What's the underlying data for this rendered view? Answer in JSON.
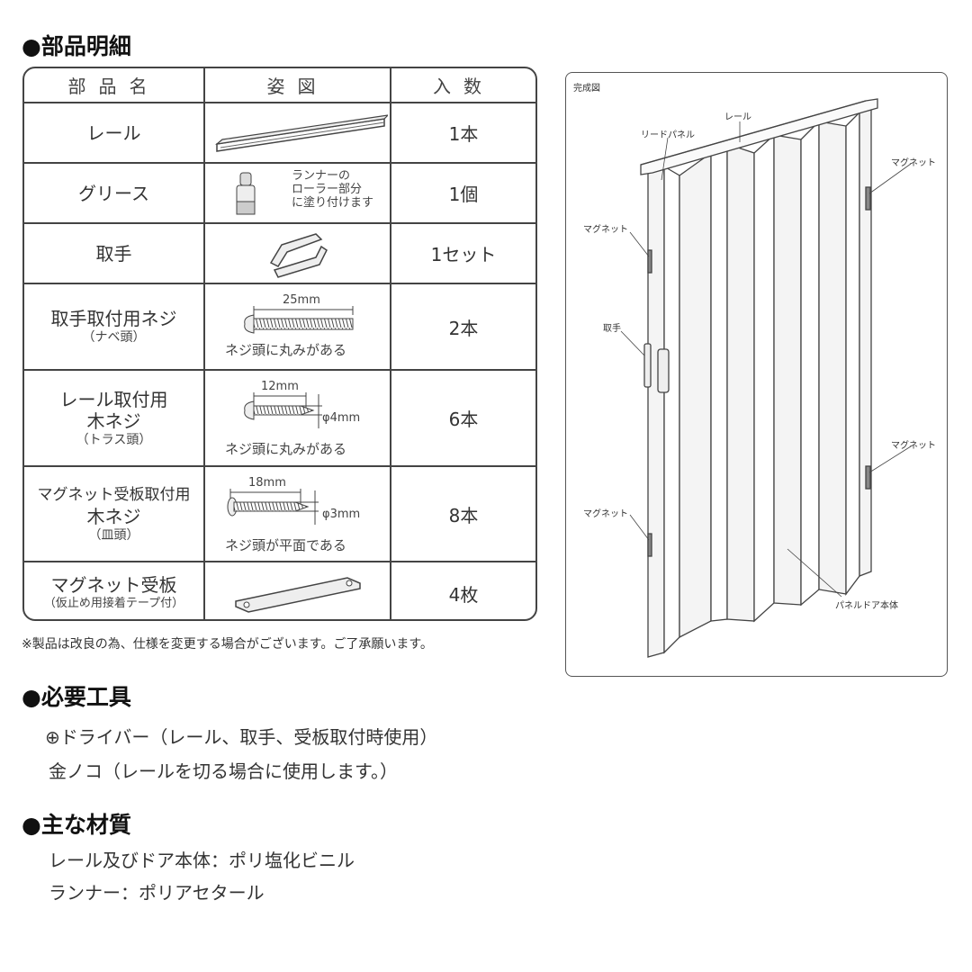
{
  "parts_section": {
    "heading": "●部品明細",
    "columns": [
      "部品名",
      "姿図",
      "入数"
    ],
    "rows": [
      {
        "name": "レール",
        "sub": "",
        "qty": "1本"
      },
      {
        "name": "グリース",
        "sub": "",
        "qty": "1個",
        "figure_note": [
          "ランナーの",
          "ローラー部分",
          "に塗り付けます"
        ]
      },
      {
        "name": "取手",
        "sub": "",
        "qty": "1セット"
      },
      {
        "name": "取手取付用ネジ",
        "sub": "（ナベ頭）",
        "qty": "2本",
        "length": "25mm",
        "figure_note": [
          "ネジ頭に丸みがある"
        ]
      },
      {
        "name": "レール取付用",
        "name2": "木ネジ",
        "sub": "（トラス頭）",
        "qty": "6本",
        "length": "12mm",
        "diameter": "φ4mm",
        "figure_note": [
          "ネジ頭に丸みがある"
        ]
      },
      {
        "name": "マグネット受板取付用",
        "name2": "木ネジ",
        "sub": "（皿頭）",
        "qty": "8本",
        "length": "18mm",
        "diameter": "φ3mm",
        "figure_note": [
          "ネジ頭が平面である"
        ]
      },
      {
        "name": "マグネット受板",
        "sub": "（仮止め用接着テープ付）",
        "qty": "4枚"
      }
    ],
    "note": "※製品は改良の為、仕様を変更する場合がございます。ご了承願います。"
  },
  "diagram": {
    "title": "完成図",
    "labels": {
      "rail": "レール",
      "lead_panel": "リードパネル",
      "magnet_top_right": "マグネット",
      "magnet_top_left": "マグネット",
      "handle": "取手",
      "magnet_bottom_right": "マグネット",
      "magnet_bottom_left": "マグネット",
      "door_body": "パネルドア本体"
    }
  },
  "tools_section": {
    "heading": "●必要工具",
    "lines": [
      "⊕ドライバー（レール、取手、受板取付時使用）",
      "金ノコ（レールを切る場合に使用します。）"
    ]
  },
  "materials_section": {
    "heading": "●主な材質",
    "lines": [
      "レール及びドア本体：ポリ塩化ビニル",
      "ランナー：ポリアセタール"
    ]
  }
}
